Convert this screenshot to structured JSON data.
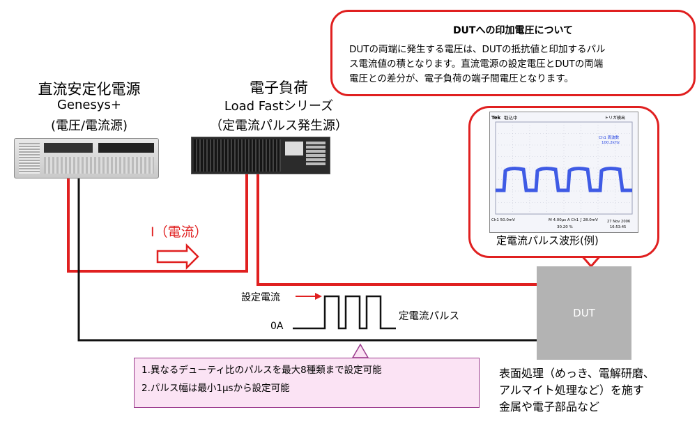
{
  "power_supply": {
    "title": "直流安定化電源",
    "model": "Genesys+",
    "role": "(電圧/電流源)"
  },
  "load": {
    "title": "電子負荷",
    "series": "Load Fastシリーズ",
    "role": "（定電流パルス発生源）"
  },
  "note": {
    "title": "DUTへの印加電圧について",
    "lines": [
      "DUTの両端に発生する電圧は、DUTの抵抗値と印加するパル",
      "ス電流値の積となります。直流電源の設定電圧とDUTの両端",
      "電圧との差分が、電子負荷の端子間電圧となります。"
    ]
  },
  "scope": {
    "caption": "定電流パルス波形(例)",
    "brand": "Tek",
    "state": "取込中",
    "trigger": "トリガ検出",
    "ch1_label": "Ch1 周波数",
    "ch1_freq": "100.2kHz",
    "ch1_scale": "Ch1  50.0mV",
    "timebase": "M 4.00µs  A  Ch1 ∫ 28.0mV",
    "trigger_pos": "30.20 %",
    "date": "27 Nov 2006",
    "time": "16:53:45",
    "colors": {
      "trace": "#1f3fe0",
      "grid": "#9aa0b8",
      "screen": "#f4f5fa"
    }
  },
  "current_label": "I（電流）",
  "pulse": {
    "set_current": "設定電流",
    "zero": "0A",
    "label": "定電流パルス"
  },
  "dut": {
    "label": "DUT",
    "desc_lines": [
      "表面処理（めっき、電解研磨、",
      "アルマイト処理など）を施す",
      "金属や電子部品など"
    ]
  },
  "features": [
    "1.異なるデューティ比のパルスを最大8種類まで設定可能",
    "2.パルス幅は最小1μsから設定可能"
  ],
  "colors": {
    "wire_red": "#e02020",
    "wire_black": "#111111",
    "callout": "#e02020"
  }
}
